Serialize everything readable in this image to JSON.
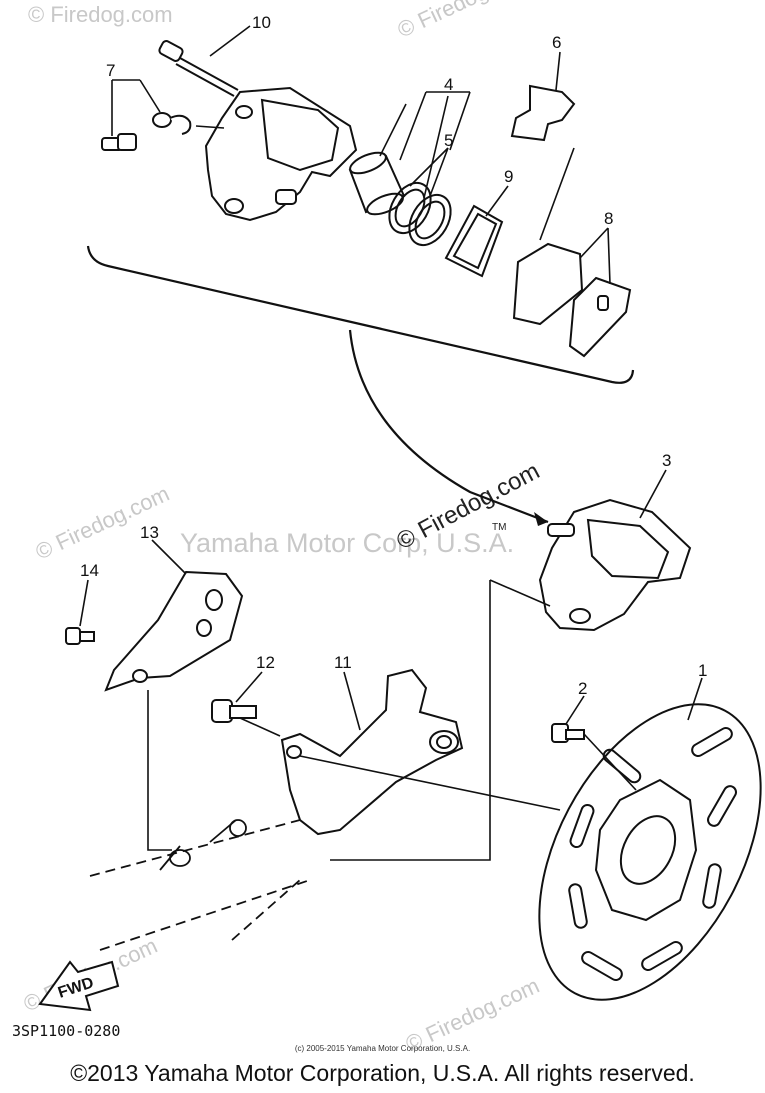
{
  "diagram": {
    "part_numbers": [
      "1",
      "2",
      "3",
      "4",
      "5",
      "6",
      "7",
      "8",
      "9",
      "10",
      "11",
      "12",
      "13",
      "14"
    ],
    "fwd_label": "FWD",
    "diagram_code": "3SP1100-0280",
    "watermark_site": "© Firedog.com",
    "watermark_center": "Yamaha Motor Corp, U.S.A.",
    "watermark_center_site": "© Firedog.com",
    "watermark_tm": "TM",
    "small_copyright": "(c) 2005-2015 Yamaha Motor Corporation, U.S.A.",
    "copyright": "©2013 Yamaha Motor Corporation, U.S.A. All rights reserved."
  }
}
